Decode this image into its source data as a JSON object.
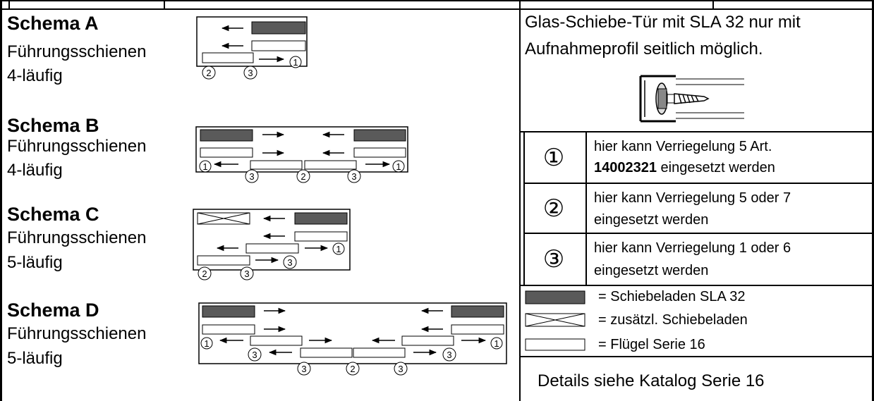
{
  "schemas": [
    {
      "title": "Schema A",
      "line1": "Führungsschienen",
      "line2": "4-läufig"
    },
    {
      "title": "Schema B",
      "line1": "Führungsschienen",
      "line2": "4-läufig"
    },
    {
      "title": "Schema C",
      "line1": "Führungsschienen",
      "line2": "5-läufig"
    },
    {
      "title": "Schema D",
      "line1": "Führungsschienen",
      "line2": "5-läufig"
    }
  ],
  "diagram_markers": {
    "one": "1",
    "two": "2",
    "three": "3"
  },
  "right": {
    "note_line1": "Glas-Schiebe-Tür mit SLA 32 nur mit",
    "note_line2": "Aufnahmeprofil seitlich möglich.",
    "locks": [
      {
        "symbol": "①",
        "line1": "hier kann Verriegelung 5 Art.",
        "line2_bold": "14002321",
        "line2_rest": " eingesetzt werden"
      },
      {
        "symbol": "②",
        "line1": "hier kann Verriegelung 5 oder 7",
        "line2": "eingesetzt werden"
      },
      {
        "symbol": "③",
        "line1": "hier kann Verriegelung 1 oder 6",
        "line2": "eingesetzt werden"
      }
    ],
    "legend": [
      {
        "label": "= Schiebeladen SLA 32"
      },
      {
        "label": "= zusätzl. Schiebeladen"
      },
      {
        "label": "= Flügel Serie 16"
      }
    ],
    "footer": "Details siehe Katalog Serie 16"
  },
  "colors": {
    "shutter_fill": "#5a5a5a",
    "line": "#000000"
  }
}
